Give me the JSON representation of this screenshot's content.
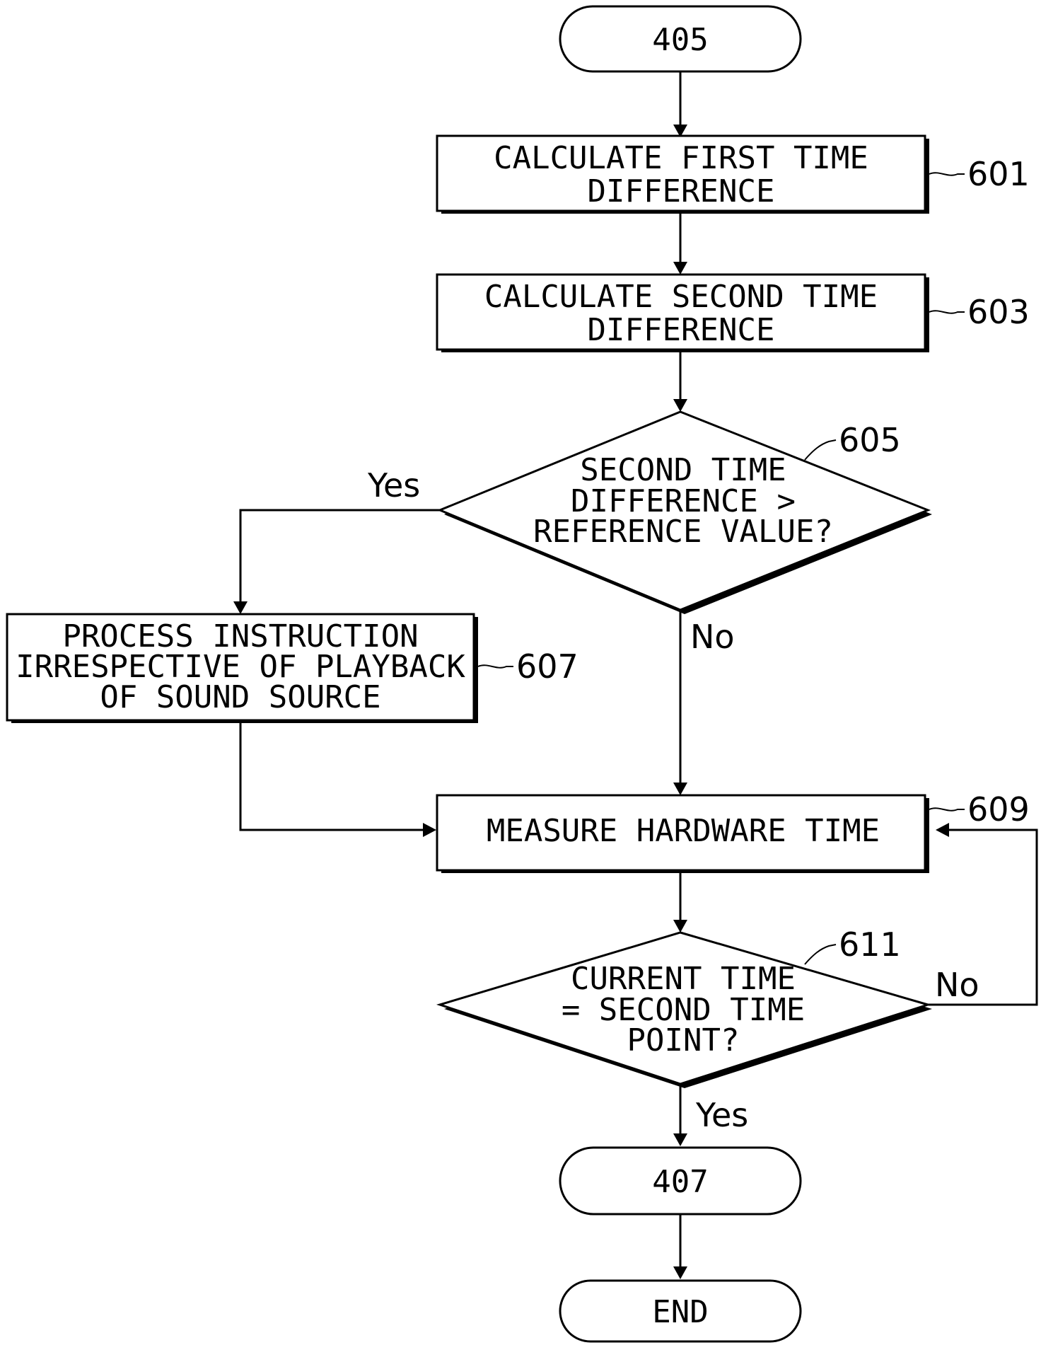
{
  "nodes": {
    "start": {
      "label": "405"
    },
    "calc_first": {
      "lines": [
        "CALCULATE FIRST TIME",
        "DIFFERENCE"
      ],
      "ref": "601"
    },
    "calc_second": {
      "lines": [
        "CALCULATE SECOND TIME",
        "DIFFERENCE"
      ],
      "ref": "603"
    },
    "decision_reference": {
      "lines": [
        "SECOND TIME",
        "DIFFERENCE >",
        "REFERENCE VALUE?"
      ],
      "ref": "605"
    },
    "process_instruction": {
      "lines": [
        "PROCESS INSTRUCTION",
        "IRRESPECTIVE OF PLAYBACK",
        "OF SOUND SOURCE"
      ],
      "ref": "607"
    },
    "measure_hardware": {
      "lines": [
        "MEASURE HARDWARE TIME"
      ],
      "ref": "609"
    },
    "decision_time": {
      "lines": [
        "CURRENT TIME",
        "= SECOND TIME",
        "POINT?"
      ],
      "ref": "611"
    },
    "next": {
      "label": "407"
    },
    "end": {
      "label": "END"
    }
  },
  "edges": {
    "reference_yes": "Yes",
    "reference_no": "No",
    "time_no": "No",
    "time_yes": "Yes"
  }
}
